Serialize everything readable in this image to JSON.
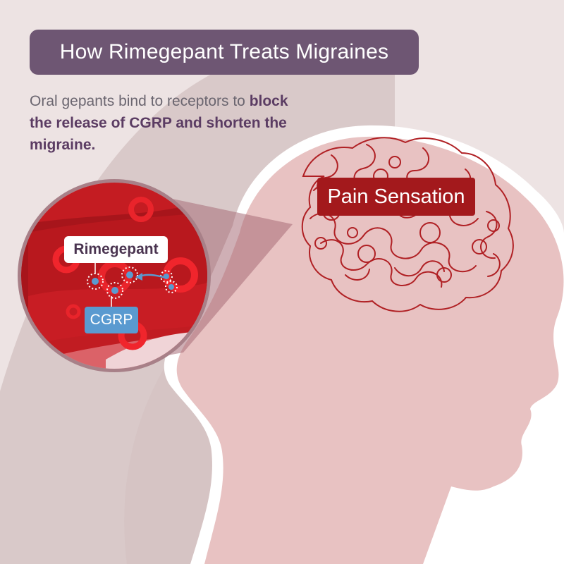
{
  "title": "How Rimegepant Treats Migraines",
  "subtitle": {
    "plain": "Oral gepants bind to receptors to ",
    "bold": "block the release of CGRP and shorten the migraine."
  },
  "labels": {
    "pain": "Pain Sensation",
    "drug": "Rimegepant",
    "cgrp": "CGRP"
  },
  "icons": [
    "head-silhouette-icon",
    "brain-scribble-icon",
    "blood-vessel-icon",
    "blood-cell-icon",
    "molecule-icon",
    "arrow-icon"
  ],
  "colors": {
    "background": "#ede3e3",
    "head": "#e8c2c2",
    "title_bg": "#6e5673",
    "brain": "#b02024",
    "pain_bg": "#a3191c",
    "blood": "#b0161b",
    "cgrp_bg": "#5a9ad0"
  }
}
